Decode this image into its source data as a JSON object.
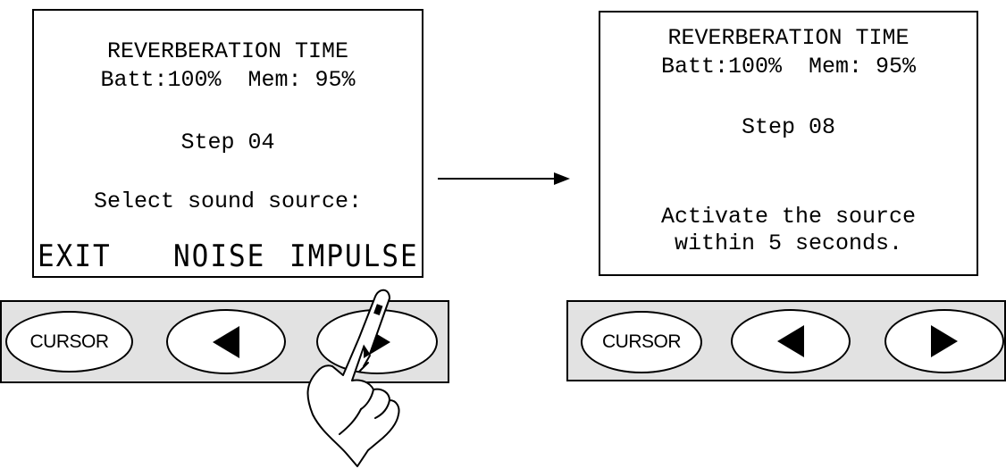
{
  "panel_left": {
    "title": "REVERBERATION TIME",
    "status": "Batt:100%  Mem: 95%",
    "step": "Step 04",
    "prompt": "Select sound source:",
    "softkeys": {
      "left": "EXIT",
      "middle": "NOISE",
      "right": "IMPULSE"
    },
    "keys": {
      "cursor": "CURSOR"
    }
  },
  "panel_right": {
    "title": "REVERBERATION TIME",
    "status": "Batt:100%  Mem: 95%",
    "step": "Step 08",
    "message_line1": "Activate the source",
    "message_line2": "within 5 seconds.",
    "keys": {
      "cursor": "CURSOR"
    }
  },
  "icons": {
    "transition": "right-arrow-icon",
    "press": "pointing-hand-icon",
    "key_left": "left-triangle-icon",
    "key_right": "right-triangle-icon"
  }
}
